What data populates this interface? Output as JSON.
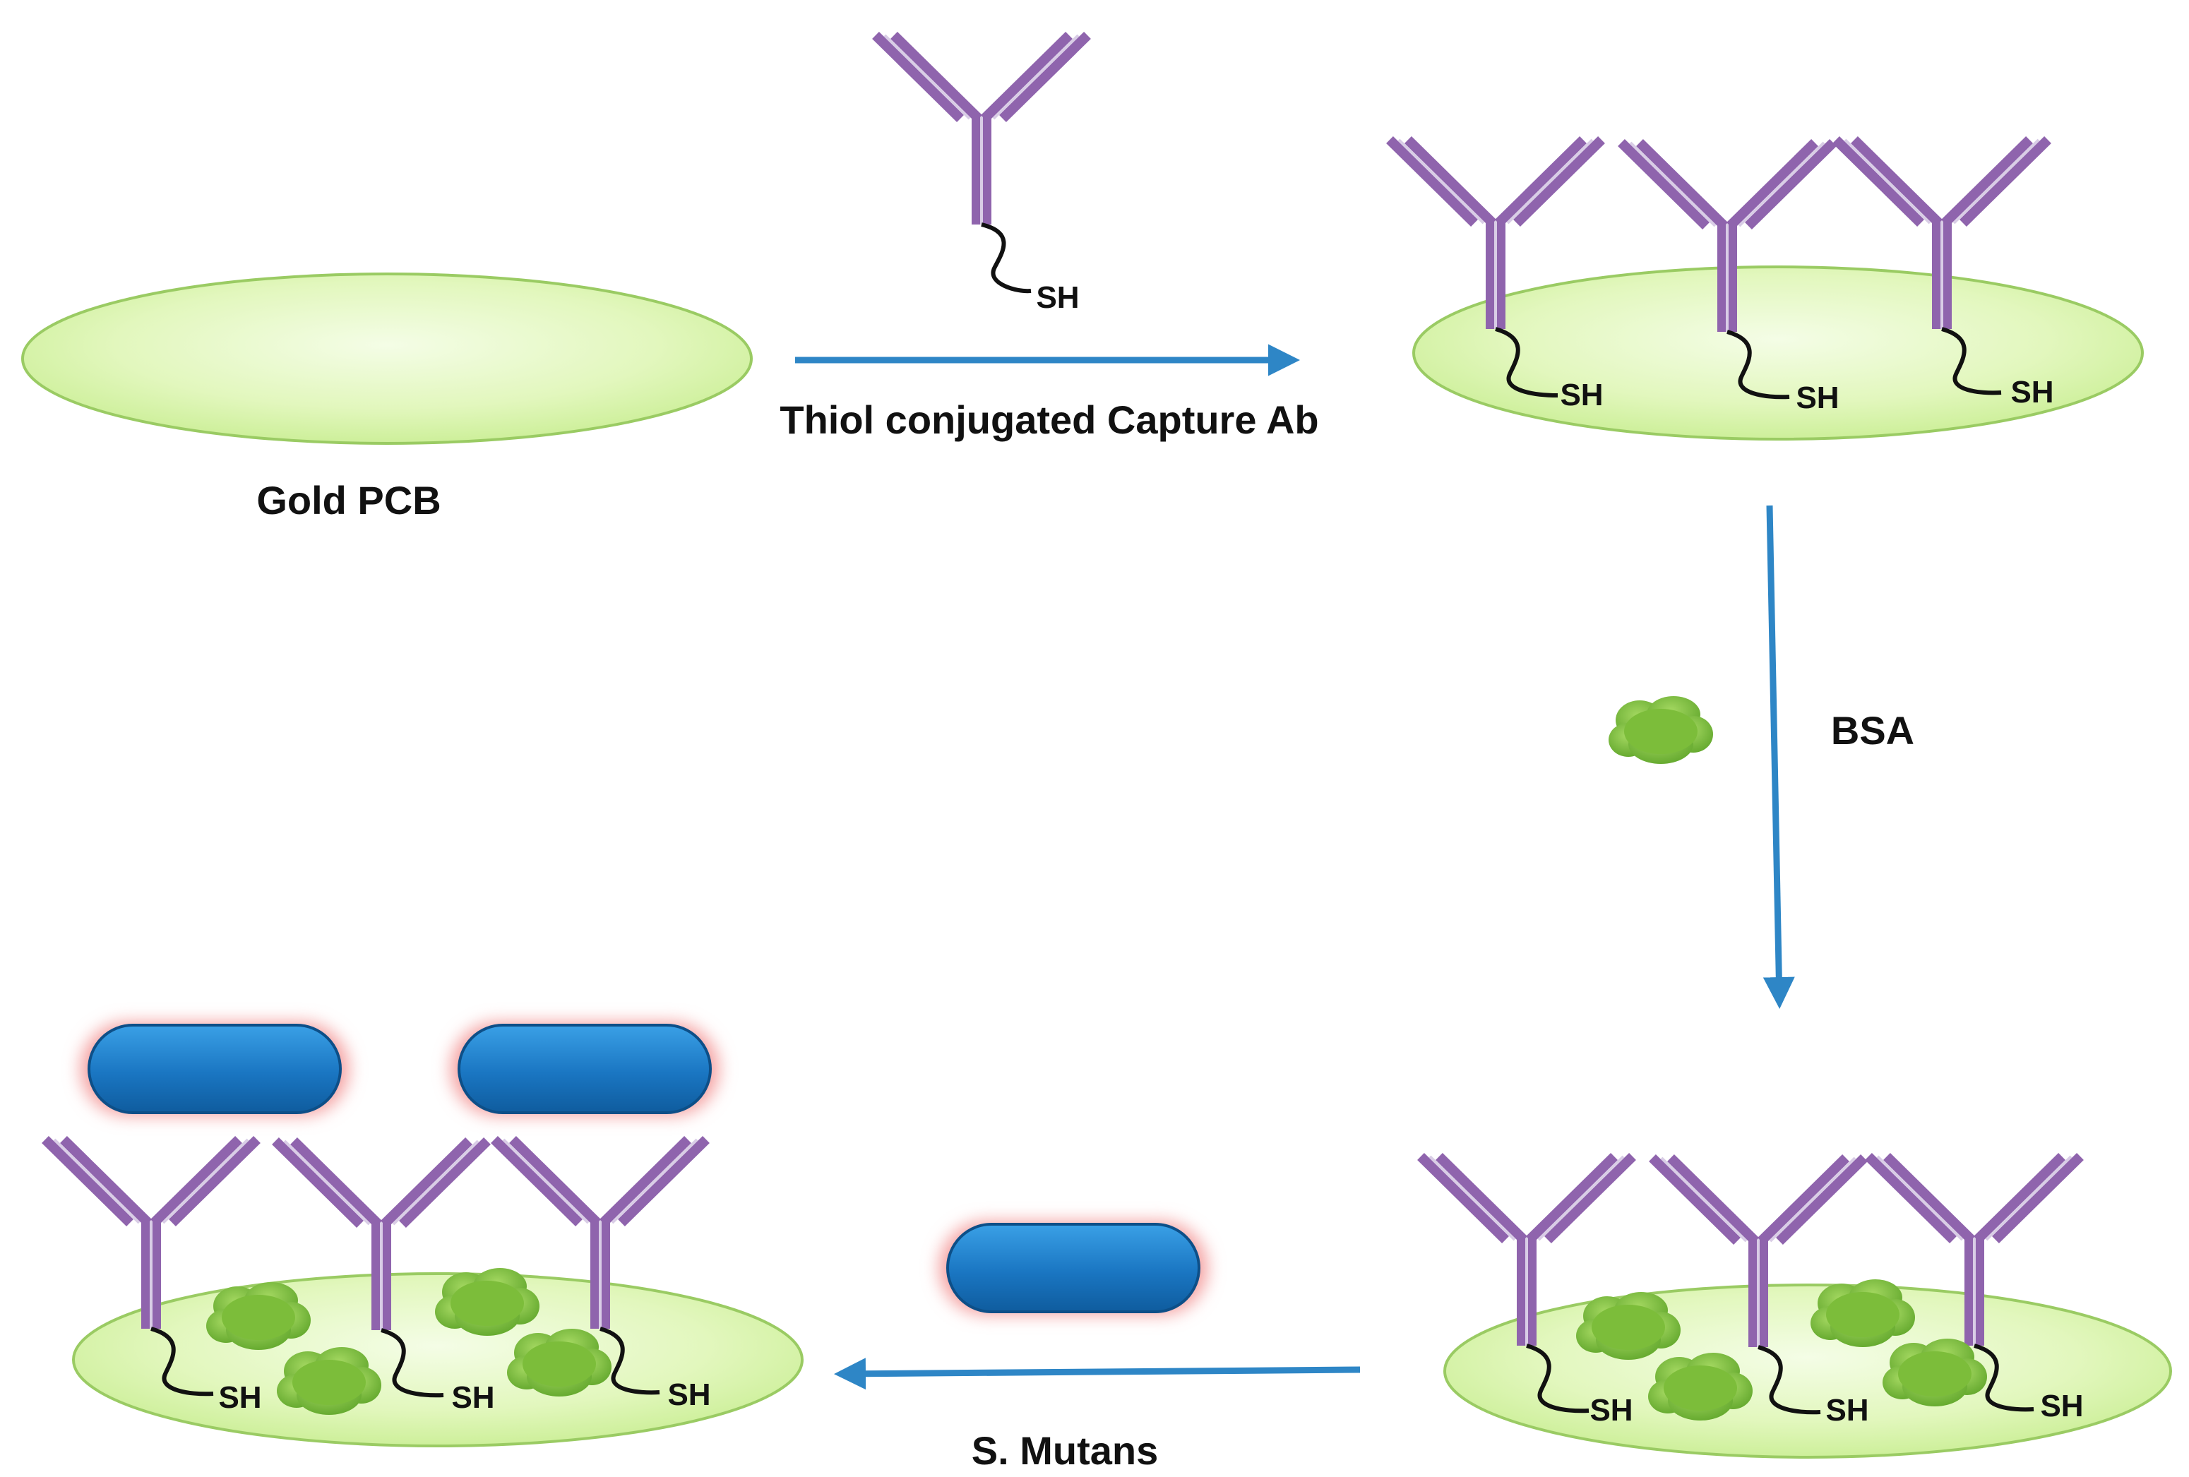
{
  "labels": {
    "gold_pcb": "Gold PCB",
    "thiol_step": "Thiol conjugated Capture Ab",
    "bsa_step": "BSA",
    "mutans_step": "S. Mutans",
    "thiol_group": "SH"
  },
  "colors": {
    "antibody": "#8f64ad",
    "antibody_highlight": "#d9cde6",
    "gold_surface": "#dff5b8",
    "gold_surface_edge": "#9acb63",
    "bsa": "#7cbd3a",
    "bacterium": "#1e7fcb",
    "bacterium_glow": "#f4a0a0",
    "arrow": "#2e86c6"
  }
}
